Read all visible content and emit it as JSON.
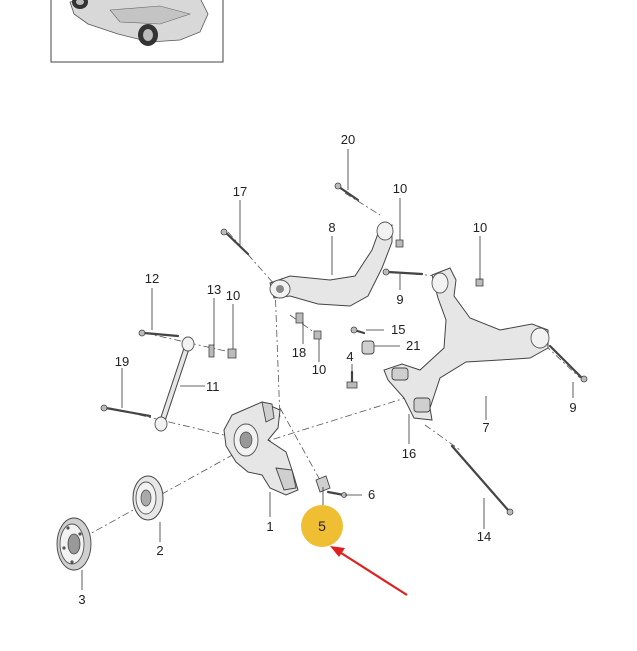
{
  "diagram": {
    "highlight": {
      "part_number": "5",
      "marker_color": "#F0BE32",
      "arrow_color": "#E02020"
    },
    "callouts": {
      "c1": "1",
      "c2": "2",
      "c3": "3",
      "c4": "4",
      "c5": "5",
      "c6": "6",
      "c7": "7",
      "c8": "8",
      "c9a": "9",
      "c9b": "9",
      "c10a": "10",
      "c10b": "10",
      "c10c": "10",
      "c10d": "10",
      "c11": "11",
      "c12": "12",
      "c13": "13",
      "c14": "14",
      "c15": "15",
      "c16": "16",
      "c17": "17",
      "c18": "18",
      "c19": "19",
      "c20": "20",
      "c21": "21"
    },
    "icons": [
      "car-thumbnail-icon",
      "wheel-hub-icon",
      "wheel-bearing-icon",
      "wheel-carrier-icon",
      "upper-control-arm-icon",
      "lower-control-arm-icon",
      "tie-rod-icon"
    ]
  }
}
